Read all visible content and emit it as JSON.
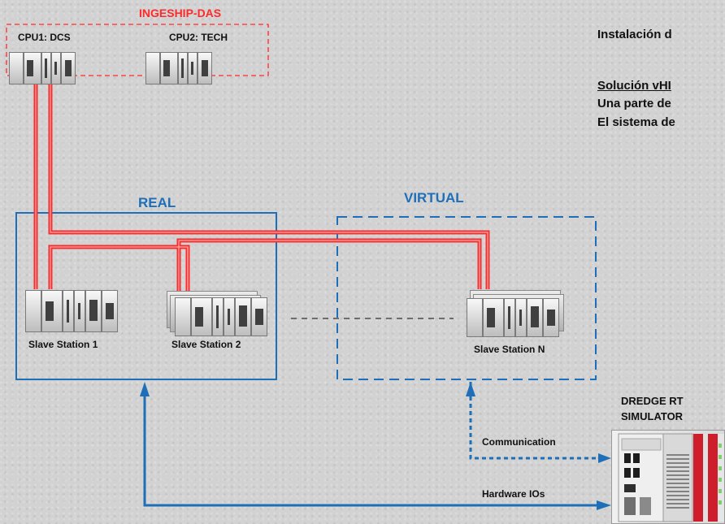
{
  "top": {
    "ingeship_label": "INGESHIP-DAS",
    "cpu1_label": "CPU1: DCS",
    "cpu2_label": "CPU2: TECH"
  },
  "regions": {
    "real_label": "REAL",
    "virtual_label": "VIRTUAL"
  },
  "stations": {
    "s1": "Slave Station 1",
    "s2": "Slave Station 2",
    "sn": "Slave Station N"
  },
  "simulator": {
    "line1": "DREDGE RT",
    "line2": "SIMULATOR"
  },
  "links": {
    "communication": "Communication",
    "hardware_ios": "Hardware IOs"
  },
  "info": {
    "line1": "Instalación d",
    "line2": "Solución vHI",
    "line3": "Una parte de",
    "line4": "El sistema de"
  },
  "colors": {
    "red": "#ff2a2a",
    "blue": "#1f6fb8"
  }
}
